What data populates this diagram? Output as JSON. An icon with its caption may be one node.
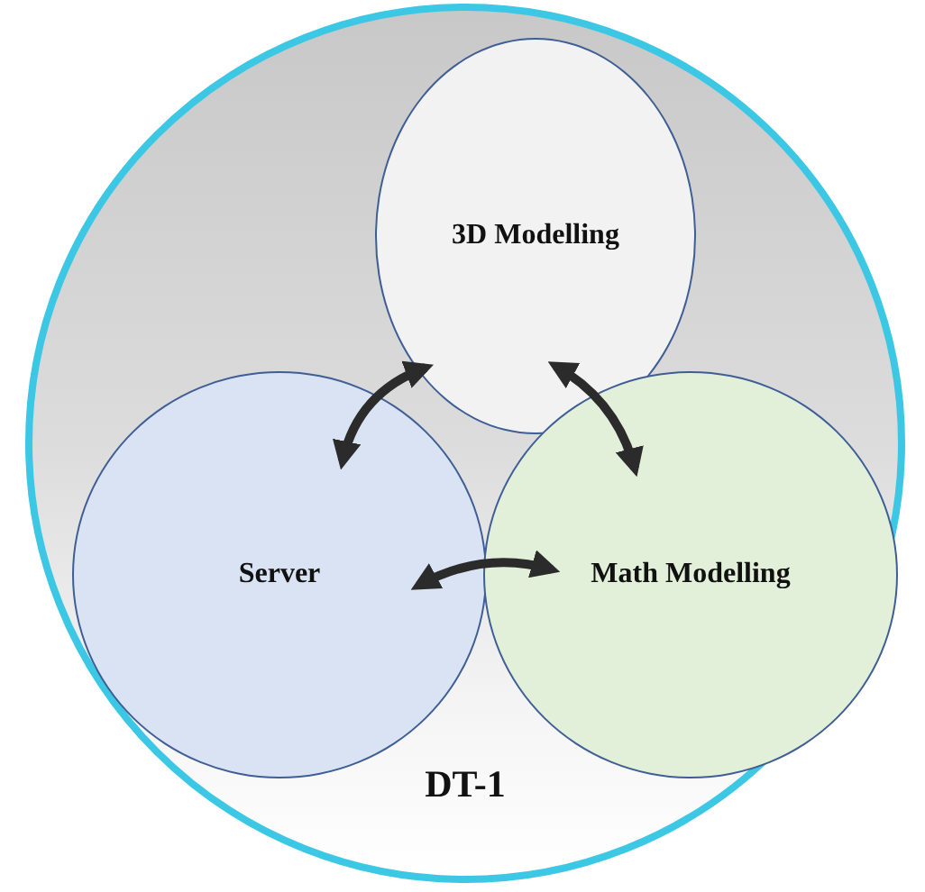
{
  "diagram": {
    "nodes": [
      {
        "text": [
          "DT-1"
        ]
      },
      {
        "text": [
          "3D Modelling"
        ],
        "in": 0
      },
      {
        "text": [
          "Server"
        ],
        "in": 0
      },
      {
        "text": [
          "Math Modelling"
        ],
        "in": 0
      }
    ],
    "edges": [
      {
        "from": 1,
        "to": 2,
        "arrow": "both"
      },
      {
        "from": 1,
        "to": 3,
        "arrow": "both"
      },
      {
        "from": 2,
        "to": 3,
        "arrow": "both"
      }
    ]
  }
}
